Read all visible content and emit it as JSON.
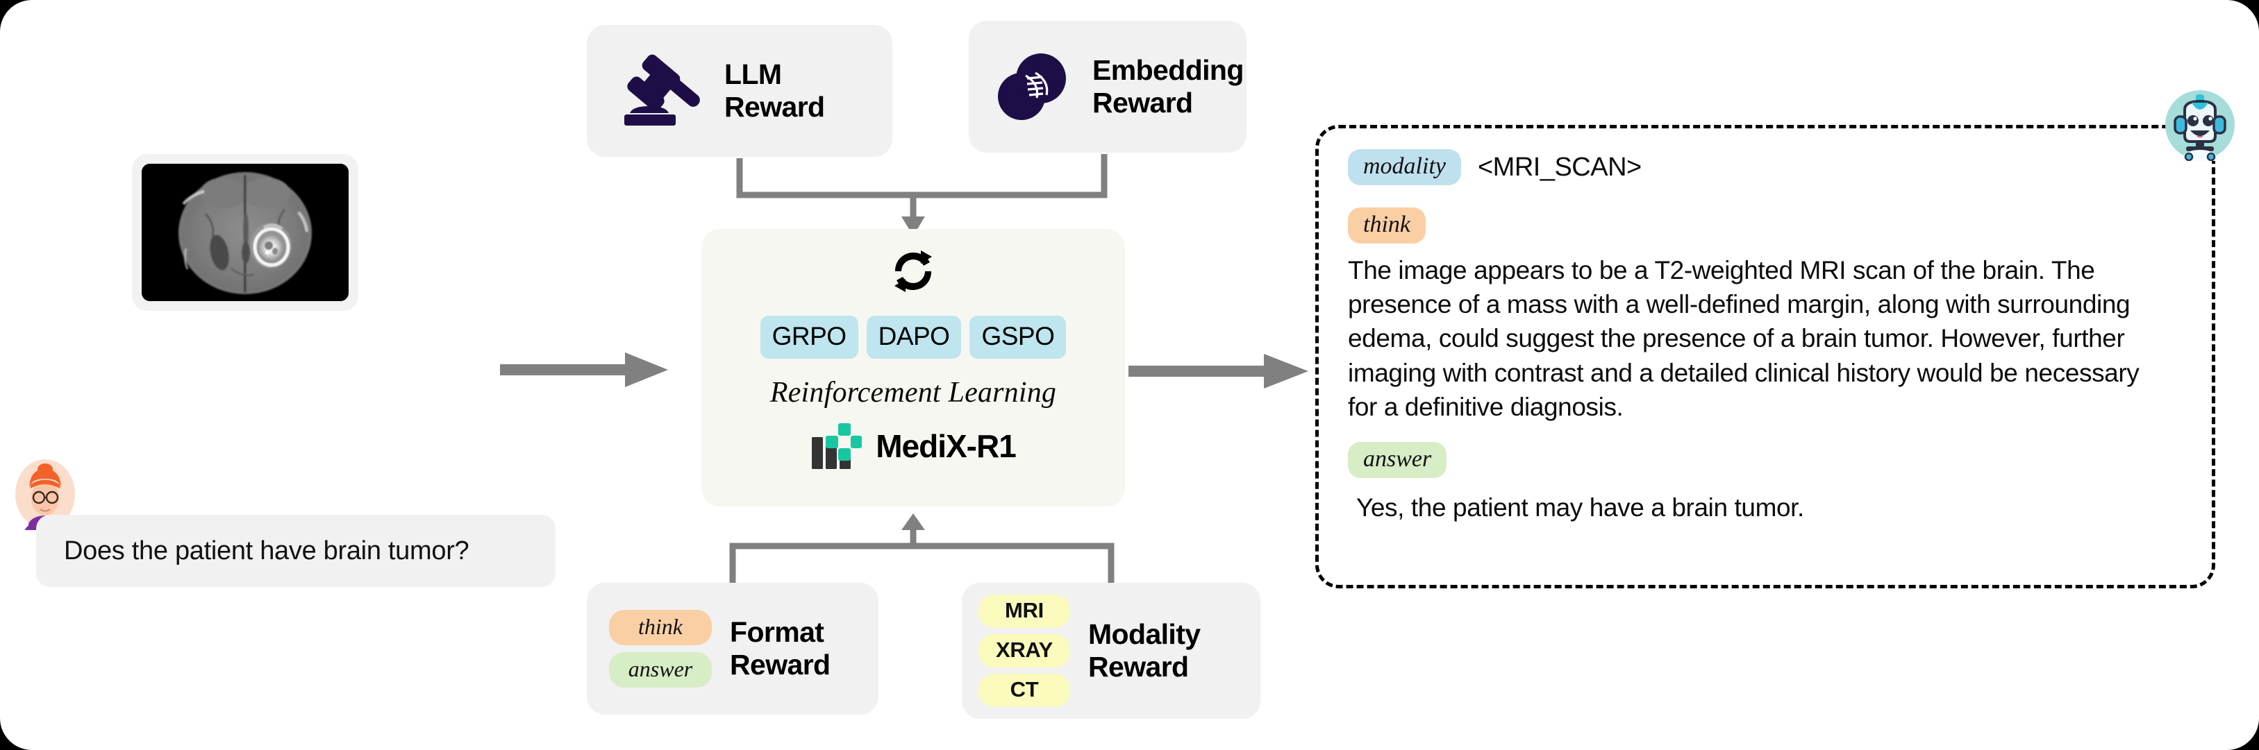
{
  "colors": {
    "page_background": "#ffffff",
    "card_gray": "#f1f1f1",
    "rl_box": "#f7f7f2",
    "algo_pill": "#bfe5ee",
    "think_tag": "#fbcfa4",
    "answer_tag": "#d6edc6",
    "modality_tag": "#bfe0ef",
    "modality_pill": "#fbfbbe",
    "icon_navy": "#1e0e47",
    "accent_teal": "#17c7a0",
    "arrow_gray": "#808080",
    "robot_bg": "#a6dcd9"
  },
  "input": {
    "mri_card": {
      "name": "mri-scan-thumbnail",
      "alt": "axial brain MRI scan with bright ring-enhancing lesion"
    },
    "avatar": {
      "name": "user-avatar",
      "hair_color": "#f2622a",
      "shirt_color": "#7b2f9e"
    },
    "question": "Does the patient have brain tumor?"
  },
  "top_rewards": [
    {
      "id": "llm-reward",
      "icon": "gavel-icon",
      "line1": "LLM",
      "line2": "Reward"
    },
    {
      "id": "embedding-reward",
      "icon": "embedding-circles-icon",
      "line1": "Embedding",
      "line2": "Reward"
    }
  ],
  "bottom_rewards": [
    {
      "id": "format-reward",
      "line1": "Format",
      "line2": "Reward",
      "tags": [
        {
          "label": "think",
          "style": "think"
        },
        {
          "label": "answer",
          "style": "answer"
        }
      ]
    },
    {
      "id": "modality-reward",
      "line1": "Modality",
      "line2": "Reward",
      "tags": [
        {
          "label": "MRI"
        },
        {
          "label": "XRAY"
        },
        {
          "label": "CT"
        }
      ]
    }
  ],
  "rl_box": {
    "sync_icon": "refresh-sync-icon",
    "algorithms": [
      "GRPO",
      "DAPO",
      "GSPO"
    ],
    "caption": "Reinforcement Learning",
    "model_logo": "medix-bar-cross-logo",
    "model_name": "MediX-R1"
  },
  "answer_panel": {
    "modality_tag": "modality",
    "modality_value": "<MRI_SCAN>",
    "think_tag": "think",
    "think_text": "The image appears to be a T2-weighted MRI scan of the brain. The presence of a mass with a well-defined margin, along with surrounding edema, could suggest the presence of a brain tumor. However, further imaging with contrast and a detailed clinical history would be necessary for a definitive diagnosis.",
    "answer_tag": "answer",
    "answer_text": "Yes, the patient may have a brain tumor.",
    "robot_avatar": "robot-assistant-avatar"
  }
}
